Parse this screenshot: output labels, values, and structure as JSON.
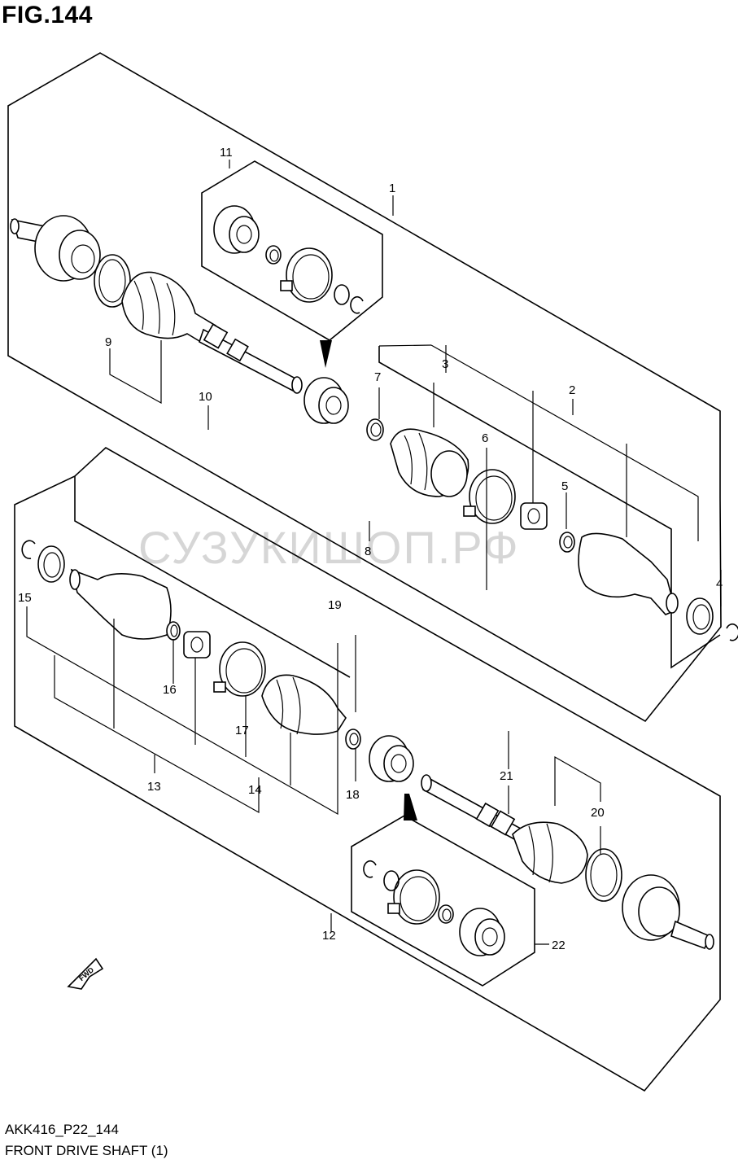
{
  "figure": {
    "label": "FIG.144",
    "code": "AKK416_P22_144",
    "title": "FRONT DRIVE SHAFT (1)",
    "watermark": "СУЗУКИШОП.РФ",
    "fwd_label": "FWD"
  },
  "callouts": {
    "c1": "1",
    "c2": "2",
    "c3": "3",
    "c4": "4",
    "c5": "5",
    "c6": "6",
    "c7": "7",
    "c8": "8",
    "c9": "9",
    "c10": "10",
    "c11": "11",
    "c12": "12",
    "c13": "13",
    "c14": "14",
    "c15": "15",
    "c16": "16",
    "c17": "17",
    "c18": "18",
    "c19": "19",
    "c20": "20",
    "c21": "21",
    "c22": "22"
  }
}
